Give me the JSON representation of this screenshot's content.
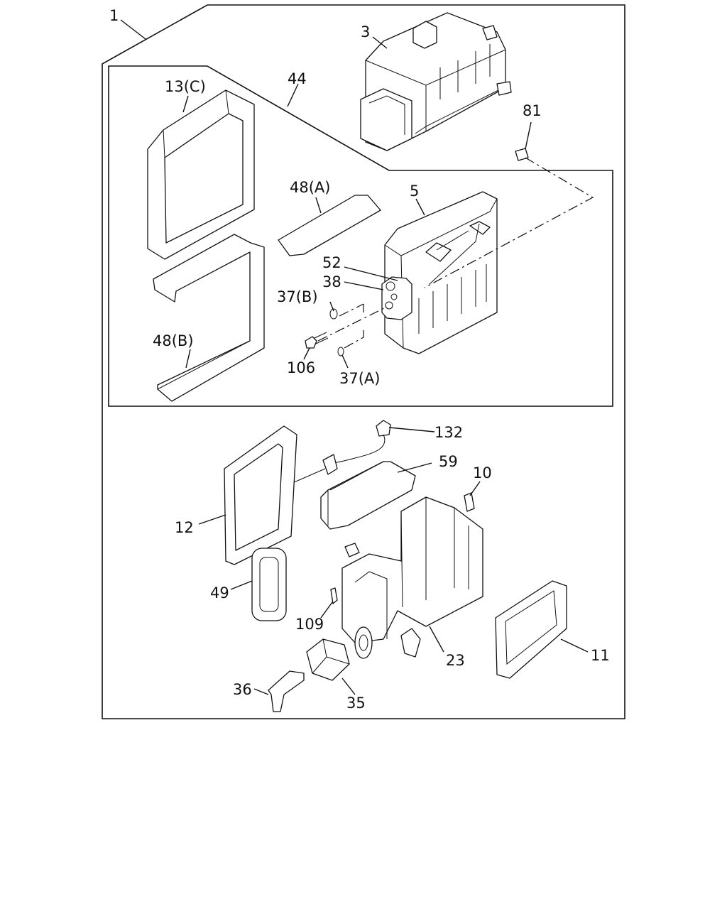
{
  "labels": {
    "p1": "1",
    "p3": "3",
    "p44": "44",
    "p13c": "13(C)",
    "p81": "81",
    "p48a": "48(A)",
    "p5": "5",
    "p52": "52",
    "p38": "38",
    "p37b": "37(B)",
    "p48b": "48(B)",
    "p106": "106",
    "p37a": "37(A)",
    "p132": "132",
    "p59": "59",
    "p10": "10",
    "p12": "12",
    "p49": "49",
    "p109": "109",
    "p23": "23",
    "p11": "11",
    "p36": "36",
    "p35": "35"
  }
}
